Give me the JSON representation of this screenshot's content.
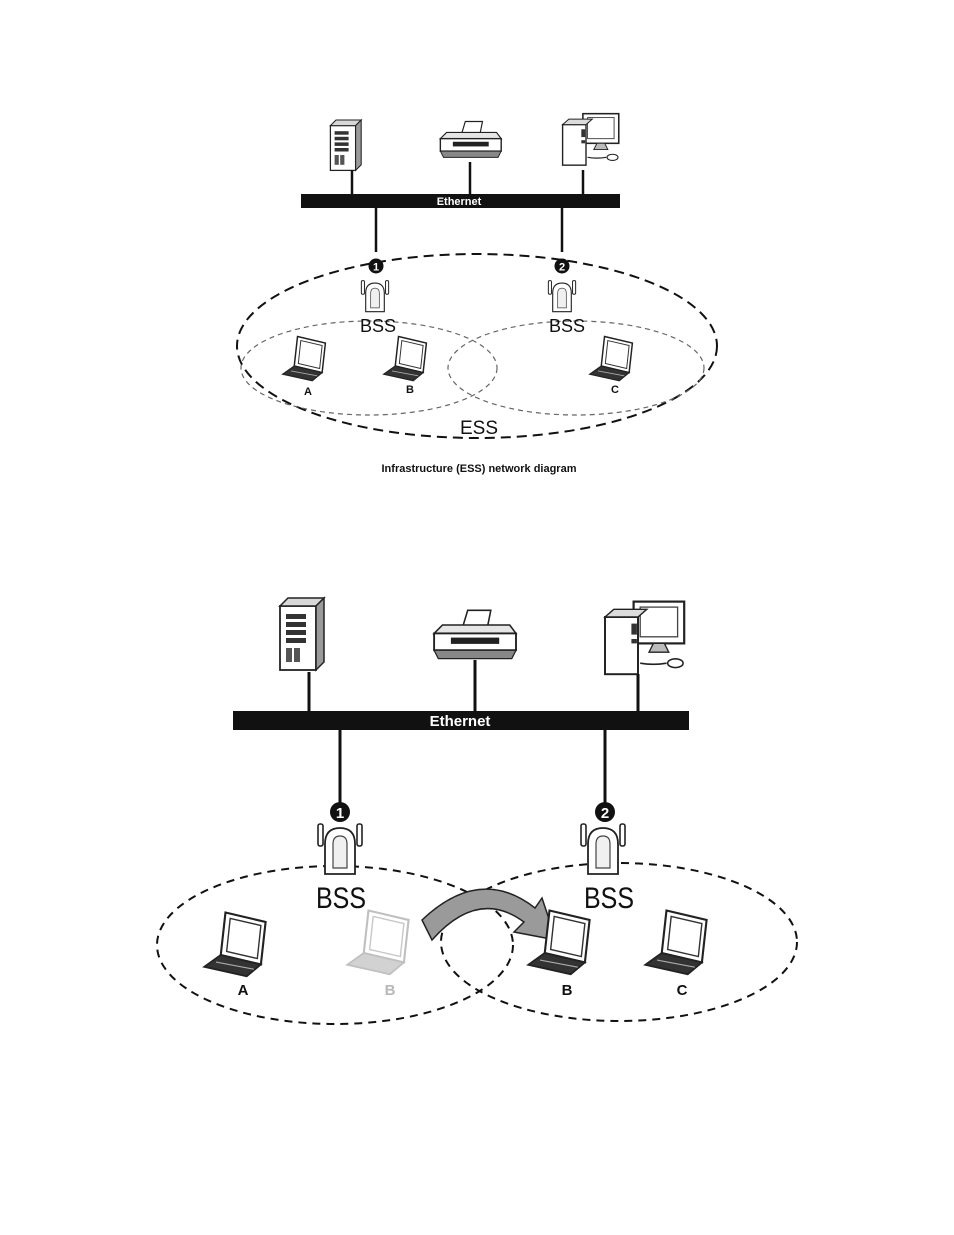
{
  "diagram1": {
    "bus_label": "Ethernet",
    "ap1_number": "1",
    "ap2_number": "2",
    "bss1_label": "BSS",
    "bss2_label": "BSS",
    "ess_label": "ESS",
    "laptop_a": "A",
    "laptop_b": "B",
    "laptop_c": "C",
    "caption": "Infrastructure (ESS) network diagram"
  },
  "diagram2": {
    "bus_label": "Ethernet",
    "ap1_number": "1",
    "ap2_number": "2",
    "bss1_label": "BSS",
    "bss2_label": "BSS",
    "laptop_a": "A",
    "laptop_b_old": "B",
    "laptop_b_new": "B",
    "laptop_c": "C"
  },
  "colors": {
    "bus": "#111111",
    "ghost": "#b8b8b8"
  }
}
